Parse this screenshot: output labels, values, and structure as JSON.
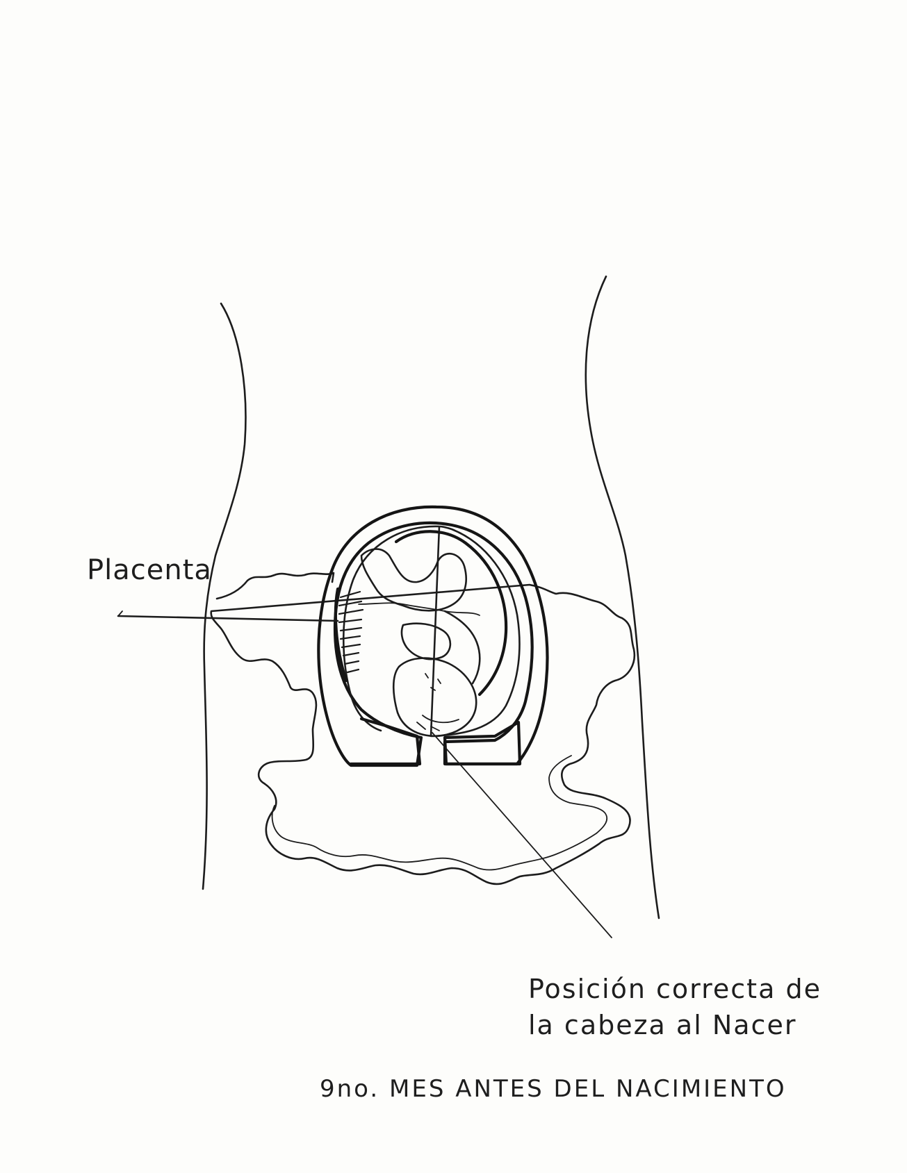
{
  "labels": {
    "placenta": "Placenta",
    "head_position_line1": "Posición correcta de",
    "head_position_line2": "la cabeza al Nacer"
  },
  "caption": "9no. MES ANTES DEL NACIMIENTO"
}
